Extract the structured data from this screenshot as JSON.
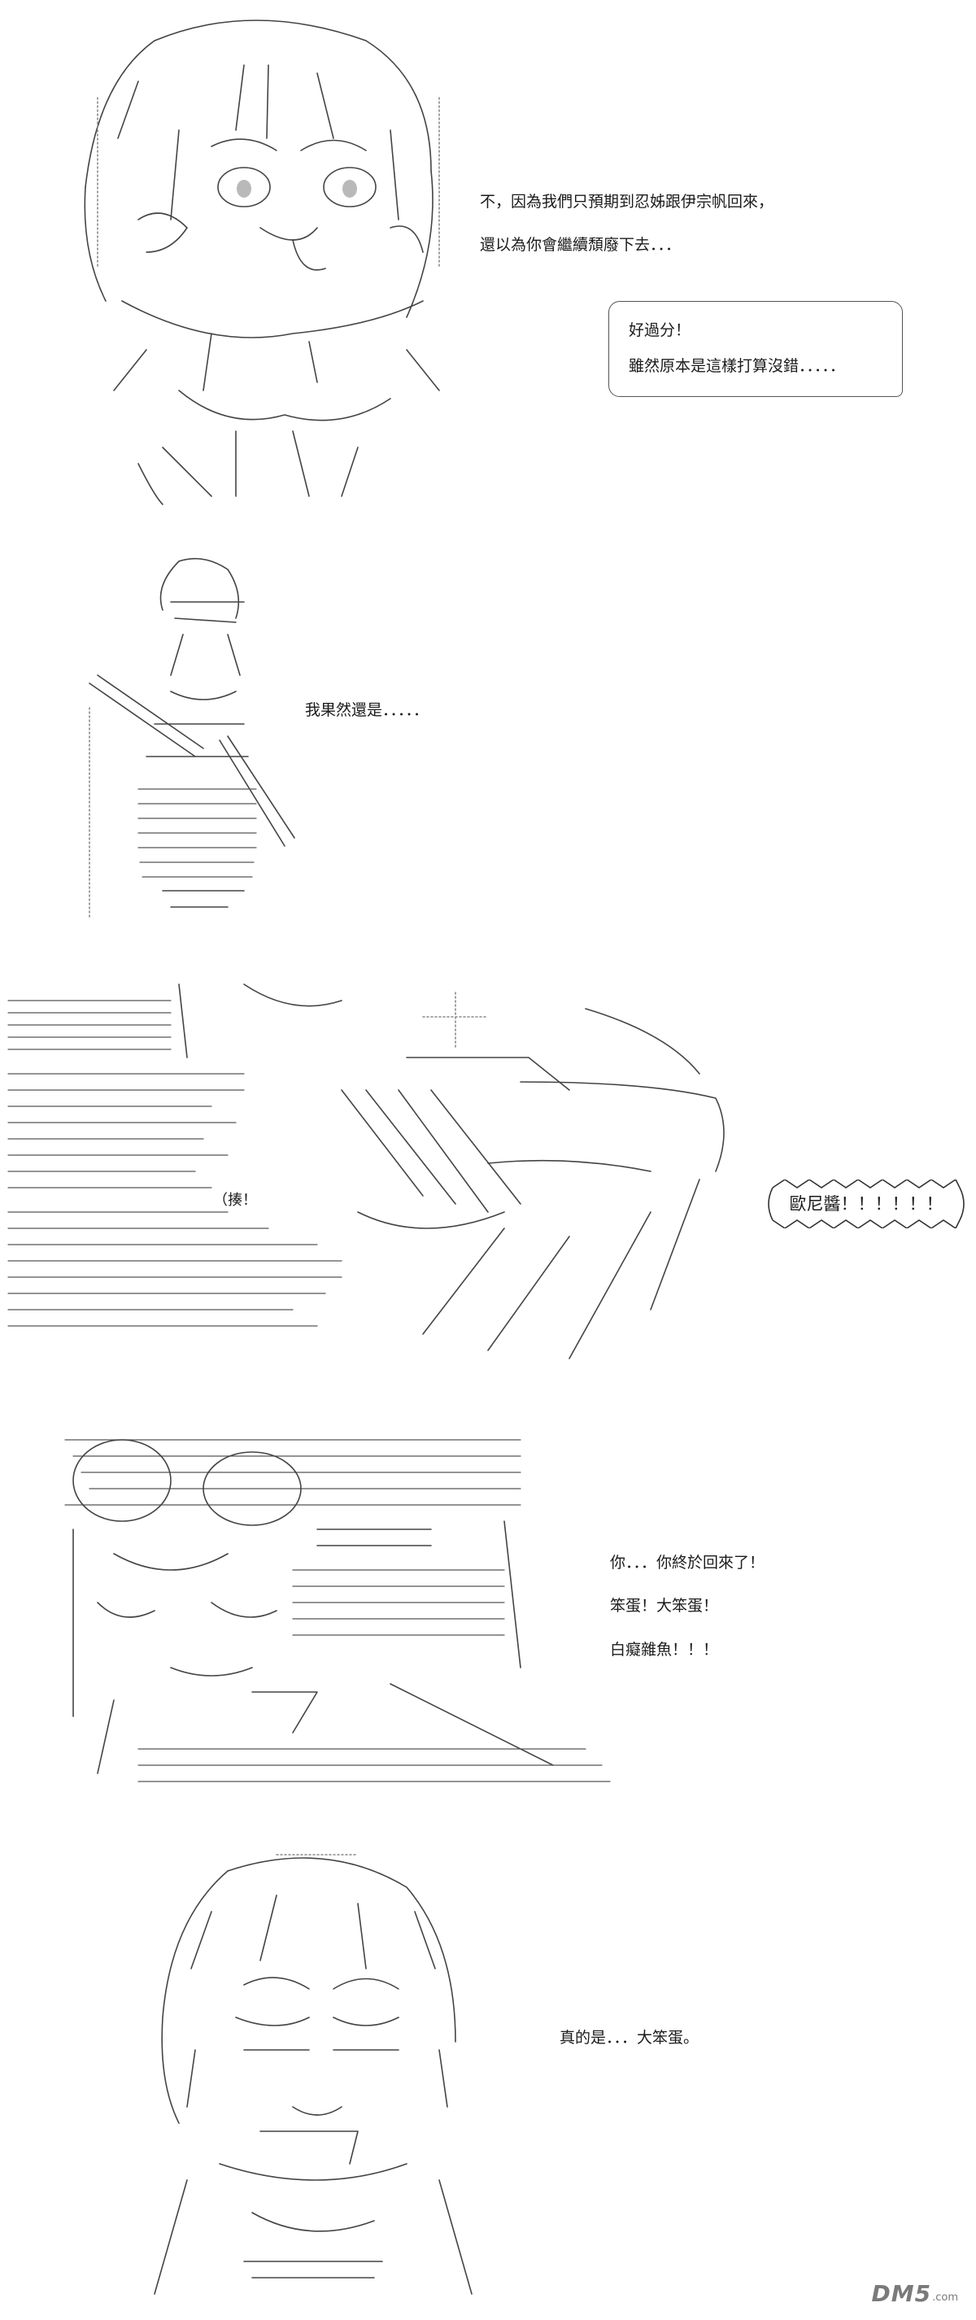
{
  "panels": [
    {
      "lines": [
        "不，因為我們只預期到忍姊跟伊宗帆回來，",
        "還以為你會繼續頹廢下去．．．"
      ],
      "bubble": [
        "好過分！",
        "雖然原本是這樣打算沒錯．．．．．"
      ]
    },
    {
      "lines": [
        "我果然還是．．．．．"
      ]
    },
    {
      "sfx": "（揍！",
      "shout": "歐尼醬！！！！！！"
    },
    {
      "lines": [
        "你．．．你終於回來了！",
        "笨蛋！大笨蛋！",
        "白癡雜魚！！！"
      ]
    },
    {
      "lines": [
        "真的是．．．大笨蛋。"
      ]
    }
  ],
  "watermark": {
    "brand": "DM5",
    "suffix": ".com"
  }
}
